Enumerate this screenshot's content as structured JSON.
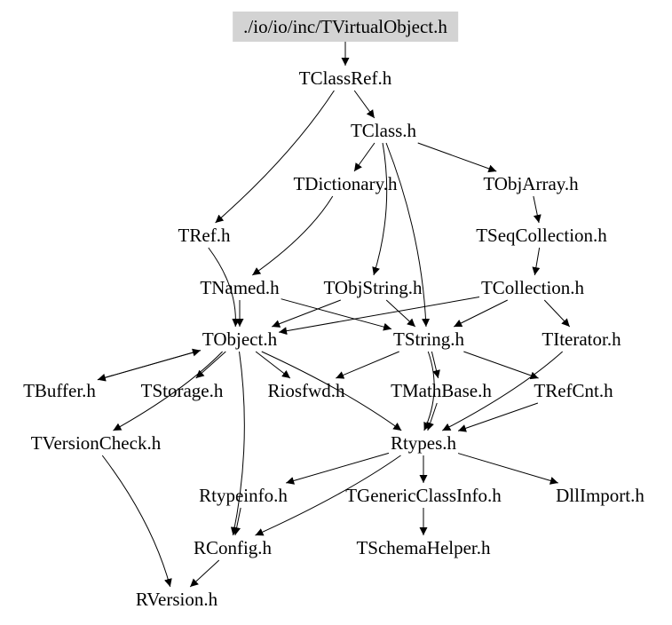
{
  "title": "./io/io/inc/TVirtualObject.h include dependency graph",
  "colors": {
    "root_fill": "#d3d3d3",
    "edge": "#000000",
    "text": "#000000",
    "background": "#ffffff"
  },
  "nodes": [
    {
      "id": "root",
      "label": "./io/io/inc/TVirtualObject.h",
      "root": true
    },
    {
      "id": "TClassRef",
      "label": "TClassRef.h"
    },
    {
      "id": "TClass",
      "label": "TClass.h"
    },
    {
      "id": "TDictionary",
      "label": "TDictionary.h"
    },
    {
      "id": "TObjArray",
      "label": "TObjArray.h"
    },
    {
      "id": "TRef",
      "label": "TRef.h"
    },
    {
      "id": "TSeqCollection",
      "label": "TSeqCollection.h"
    },
    {
      "id": "TNamed",
      "label": "TNamed.h"
    },
    {
      "id": "TObjString",
      "label": "TObjString.h"
    },
    {
      "id": "TCollection",
      "label": "TCollection.h"
    },
    {
      "id": "TObject",
      "label": "TObject.h"
    },
    {
      "id": "TString",
      "label": "TString.h"
    },
    {
      "id": "TIterator",
      "label": "TIterator.h"
    },
    {
      "id": "TBuffer",
      "label": "TBuffer.h"
    },
    {
      "id": "TStorage",
      "label": "TStorage.h"
    },
    {
      "id": "Riosfwd",
      "label": "Riosfwd.h"
    },
    {
      "id": "TMathBase",
      "label": "TMathBase.h"
    },
    {
      "id": "TRefCnt",
      "label": "TRefCnt.h"
    },
    {
      "id": "TVersionCheck",
      "label": "TVersionCheck.h"
    },
    {
      "id": "Rtypes",
      "label": "Rtypes.h"
    },
    {
      "id": "Rtypeinfo",
      "label": "Rtypeinfo.h"
    },
    {
      "id": "TGenericClassInfo",
      "label": "TGenericClassInfo.h"
    },
    {
      "id": "DllImport",
      "label": "DllImport.h"
    },
    {
      "id": "RConfig",
      "label": "RConfig.h"
    },
    {
      "id": "TSchemaHelper",
      "label": "TSchemaHelper.h"
    },
    {
      "id": "RVersion",
      "label": "RVersion.h"
    }
  ],
  "edges": [
    {
      "from": "root",
      "to": "TClassRef"
    },
    {
      "from": "TClassRef",
      "to": "TClass"
    },
    {
      "from": "TClassRef",
      "to": "TRef"
    },
    {
      "from": "TClass",
      "to": "TDictionary"
    },
    {
      "from": "TClass",
      "to": "TObjArray"
    },
    {
      "from": "TClass",
      "to": "TObjString"
    },
    {
      "from": "TClass",
      "to": "TString"
    },
    {
      "from": "TDictionary",
      "to": "TNamed"
    },
    {
      "from": "TObjArray",
      "to": "TSeqCollection"
    },
    {
      "from": "TSeqCollection",
      "to": "TCollection"
    },
    {
      "from": "TRef",
      "to": "TObject"
    },
    {
      "from": "TNamed",
      "to": "TObject"
    },
    {
      "from": "TNamed",
      "to": "TString"
    },
    {
      "from": "TObjString",
      "to": "TObject"
    },
    {
      "from": "TObjString",
      "to": "TString"
    },
    {
      "from": "TCollection",
      "to": "TObject"
    },
    {
      "from": "TCollection",
      "to": "TString"
    },
    {
      "from": "TCollection",
      "to": "TIterator"
    },
    {
      "from": "TObject",
      "to": "TBuffer"
    },
    {
      "from": "TObject",
      "to": "TStorage"
    },
    {
      "from": "TObject",
      "to": "Riosfwd"
    },
    {
      "from": "TObject",
      "to": "Rtypes"
    },
    {
      "from": "TObject",
      "to": "RConfig"
    },
    {
      "from": "TObject",
      "to": "TVersionCheck"
    },
    {
      "from": "TBuffer",
      "to": "TObject"
    },
    {
      "from": "TString",
      "to": "Riosfwd"
    },
    {
      "from": "TString",
      "to": "TMathBase"
    },
    {
      "from": "TString",
      "to": "TRefCnt"
    },
    {
      "from": "TString",
      "to": "Rtypes"
    },
    {
      "from": "TIterator",
      "to": "Rtypes"
    },
    {
      "from": "TMathBase",
      "to": "Rtypes"
    },
    {
      "from": "TRefCnt",
      "to": "Rtypes"
    },
    {
      "from": "TVersionCheck",
      "to": "RVersion"
    },
    {
      "from": "Rtypes",
      "to": "TGenericClassInfo"
    },
    {
      "from": "Rtypes",
      "to": "DllImport"
    },
    {
      "from": "Rtypes",
      "to": "Rtypeinfo"
    },
    {
      "from": "Rtypes",
      "to": "RConfig"
    },
    {
      "from": "Rtypeinfo",
      "to": "RConfig"
    },
    {
      "from": "TGenericClassInfo",
      "to": "TSchemaHelper"
    },
    {
      "from": "RConfig",
      "to": "RVersion"
    }
  ]
}
